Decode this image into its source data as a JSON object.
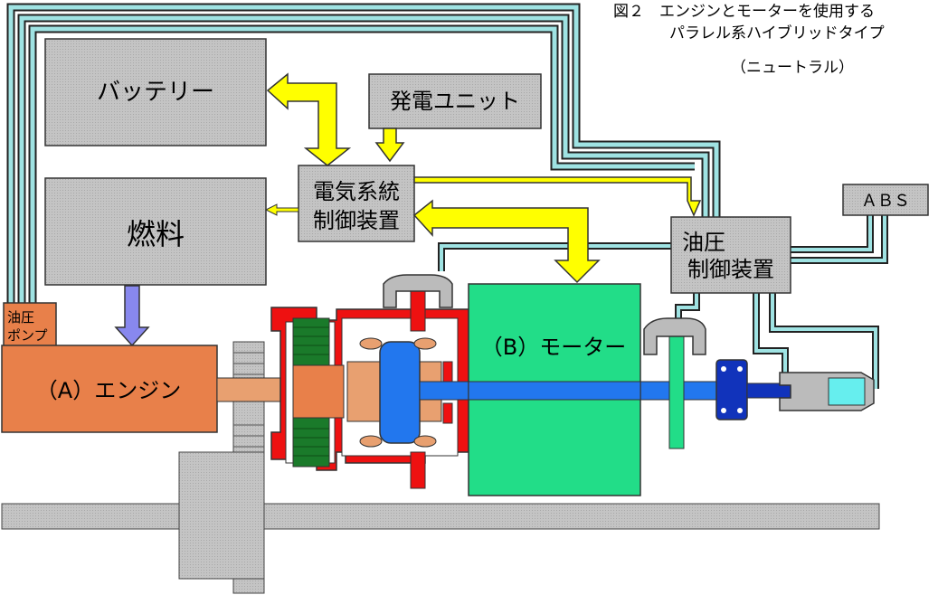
{
  "title": {
    "line1": "図２　エンジンとモーターを使用する",
    "line2": "パラレル系ハイブリッドタイプ",
    "line3": "（ニュートラル）"
  },
  "boxes": {
    "battery": "バッテリー",
    "generator": "発電ユニット",
    "elec_ctrl_1": "電気系統",
    "elec_ctrl_2": "制御装置",
    "fuel": "燃料",
    "hyd_ctrl_1": "油圧",
    "hyd_ctrl_2": "制御装置",
    "abs": "ＡＢＳ",
    "oil_pump_1": "油圧",
    "oil_pump_2": "ポンプ",
    "engine": "（A）エンジン",
    "motor": "（B）モーター"
  },
  "colors": {
    "box_gray": "#c0c0c0",
    "arrow_yellow": "#ffff00",
    "pipe_cyan": "#9fe3e3",
    "engine_orange": "#e8804a",
    "motor_green": "#22dd88",
    "clutch_red": "#ee1111",
    "shaft_blue": "#2277ee",
    "fuel_arrow": "#8888ee"
  }
}
